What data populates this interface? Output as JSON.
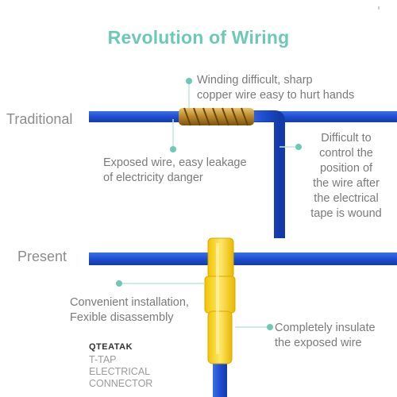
{
  "title": "Revolution of Wiring",
  "traditional": {
    "label": "Traditional",
    "note_top": [
      "Winding difficult, sharp",
      "copper wire easy to hurt hands"
    ],
    "note_left": [
      "Exposed wire, easy leakage",
      "of electricity danger"
    ],
    "note_right": [
      "Difficult to",
      "control the",
      "position of",
      "the wire after",
      "the electrical",
      "tape is wound"
    ]
  },
  "present": {
    "label": "Present",
    "note_left": [
      "Convenient installation,",
      "Fexible disassembly"
    ],
    "note_right": [
      "Completely insulate",
      "the exposed wire"
    ]
  },
  "brand": {
    "name": "QTEATAK",
    "lines": [
      "T-TAP",
      "ELECTRICAL",
      "CONNECTOR"
    ]
  },
  "colors": {
    "accent": "#6cc9b5",
    "wire": "#1f4fd0",
    "connector": "#f7d51e",
    "copper": "#c49a3a"
  }
}
